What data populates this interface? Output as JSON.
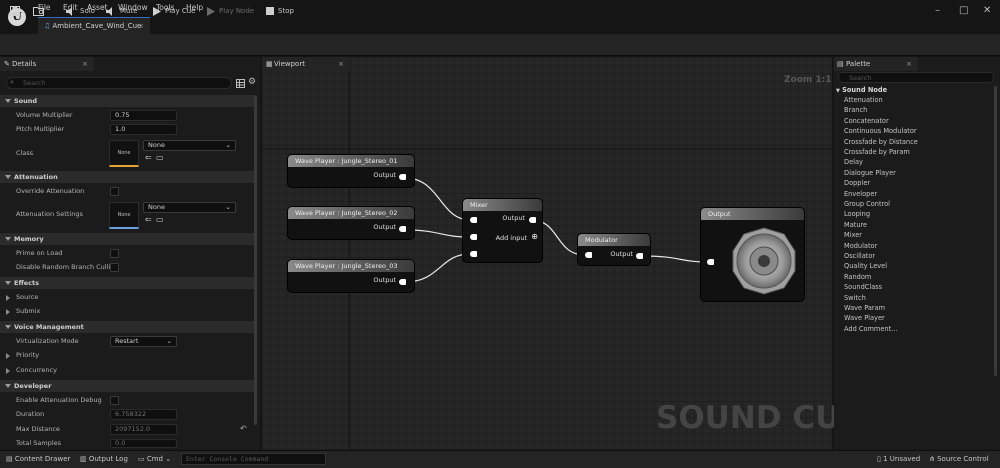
{
  "app": {
    "logo": "U"
  },
  "menu": [
    "File",
    "Edit",
    "Asset",
    "Window",
    "Tools",
    "Help"
  ],
  "doc_tab": {
    "title": "Ambient_Cave_Wind_Cue",
    "close": "×"
  },
  "window_controls": {
    "minimize": "–",
    "maximize": "□",
    "close": "✕"
  },
  "toolbar": {
    "solo": "Solo",
    "mute": "Mute",
    "play_cue": "Play Cue",
    "play_node": "Play Node",
    "stop": "Stop"
  },
  "details": {
    "tab": "Details",
    "close": "×",
    "search_placeholder": "Search",
    "sections": {
      "sound": "Sound",
      "attenuation": "Attenuation",
      "memory": "Memory",
      "effects": "Effects",
      "voice": "Voice Management",
      "developer": "Developer"
    },
    "rows": {
      "volume_label": "Volume Multiplier",
      "volume_value": "0.75",
      "pitch_label": "Pitch Multiplier",
      "pitch_value": "1.0",
      "class_label": "Class",
      "class_thumb": "None",
      "class_value": "None",
      "override_att": "Override Attenuation",
      "att_settings": "Attenuation Settings",
      "att_thumb": "None",
      "att_value": "None",
      "prime": "Prime on Load",
      "disable_branch": "Disable Random Branch Culling",
      "source": "Source",
      "submix": "Submix",
      "virt_mode": "Virtualization Mode",
      "virt_value": "Restart",
      "priority": "Priority",
      "concurrency": "Concurrency",
      "enable_att_debug": "Enable Attenuation Debug",
      "duration": "Duration",
      "duration_value": "6.758322",
      "max_distance": "Max Distance",
      "max_distance_value": "2097152.0",
      "total_samples": "Total Samples",
      "total_samples_value": "0.0"
    }
  },
  "viewport": {
    "tab": "Viewport",
    "close": "×",
    "zoom": "Zoom 1:1",
    "watermark": "SOUND CUE",
    "nodes": {
      "wp1": {
        "title": "Wave Player : Jungle_Stereo_01",
        "out": "Output"
      },
      "wp2": {
        "title": "Wave Player : Jungle_Stereo_02",
        "out": "Output"
      },
      "wp3": {
        "title": "Wave Player : Jungle_Stereo_03",
        "out": "Output"
      },
      "mixer": {
        "title": "Mixer",
        "out": "Output",
        "add": "Add input"
      },
      "mod": {
        "title": "Modulator",
        "out": "Output"
      },
      "output": {
        "title": "Output"
      }
    }
  },
  "palette": {
    "tab": "Palette",
    "close": "×",
    "search_placeholder": "Search",
    "header": "Sound Node",
    "items": [
      "Attenuation",
      "Branch",
      "Concatenator",
      "Continuous Modulator",
      "Crossfade by Distance",
      "Crossfade by Param",
      "Delay",
      "Dialogue Player",
      "Doppler",
      "Enveloper",
      "Group Control",
      "Looping",
      "Mature",
      "Mixer",
      "Modulator",
      "Oscillator",
      "Quality Level",
      "Random",
      "SoundClass",
      "Switch",
      "Wave Param",
      "Wave Player",
      "Add Comment..."
    ]
  },
  "status": {
    "content_drawer": "Content Drawer",
    "output_log": "Output Log",
    "cmd": "Cmd",
    "console_placeholder": "Enter Console Command",
    "unsaved": "1 Unsaved",
    "source_control": "Source Control"
  },
  "colors": {
    "accent": "#2d6fbf",
    "class_accent": "#e7a23a",
    "attenuation_accent": "#6aa0e0"
  }
}
